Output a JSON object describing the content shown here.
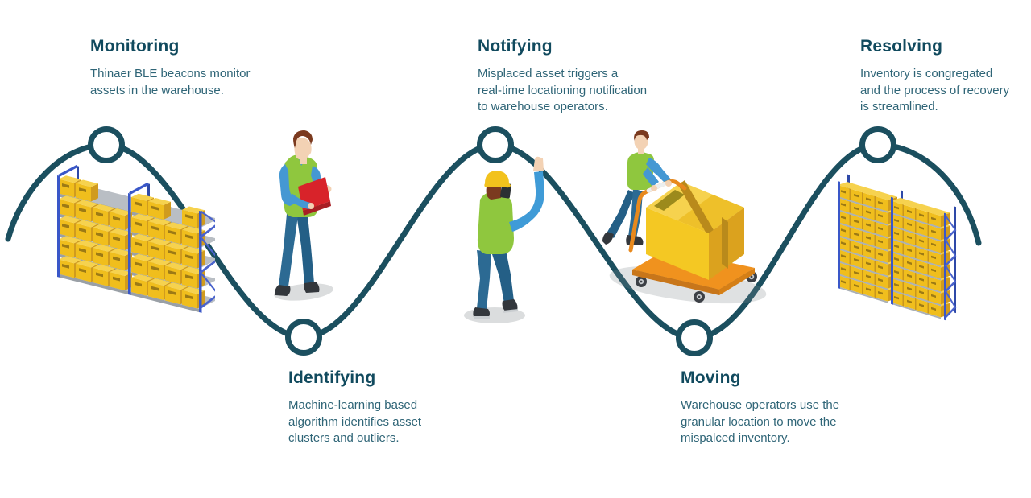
{
  "infographic": {
    "background": "#ffffff",
    "flow_line_color": "#1b4f5f",
    "node_fill": "#ffffff",
    "heading_color": "#114a5e",
    "body_color": "#2f6577"
  },
  "steps": [
    {
      "id": "monitoring",
      "title": "Monitoring",
      "lines": [
        "Thinaer BLE beacons monitor",
        "assets in the warehouse."
      ],
      "label_position": "top",
      "illustration": "warehouse-rack"
    },
    {
      "id": "identifying",
      "title": "Identifying",
      "lines": [
        "Machine-learning based",
        "algorithm identifies asset",
        "clusters and outliers."
      ],
      "label_position": "bottom",
      "illustration": "worker-with-clipboard"
    },
    {
      "id": "notifying",
      "title": "Notifying",
      "lines": [
        "Misplaced asset triggers a",
        "real-time locationing notification",
        "to warehouse operators."
      ],
      "label_position": "top",
      "illustration": "worker-raising-arm"
    },
    {
      "id": "moving",
      "title": "Moving",
      "lines": [
        "Warehouse operators use the",
        "granular location to move the",
        "mispalced inventory."
      ],
      "label_position": "bottom",
      "illustration": "worker-pushing-cart"
    },
    {
      "id": "resolving",
      "title": "Resolving",
      "lines": [
        "Inventory is congregated",
        "and the process of recovery",
        "is streamlined."
      ],
      "label_position": "top",
      "illustration": "packed-warehouse-rack"
    }
  ],
  "illustration_colors": {
    "rack_blue": "#3a57c8",
    "box_yellow": "#f0be1d",
    "box_side": "#d09b1e",
    "box_top": "#f6d24e",
    "shelf_gray": "#9aa0a6",
    "vest_green": "#8fc73e",
    "sleeve_blue": "#4598d3",
    "jeans_blue": "#2c6a93",
    "clipboard_red": "#d8232a",
    "hardhat_yellow": "#f2c21d",
    "cart_orange": "#f0921e",
    "skin": "#f3d2b4",
    "hair_brown": "#7b3a1f"
  }
}
